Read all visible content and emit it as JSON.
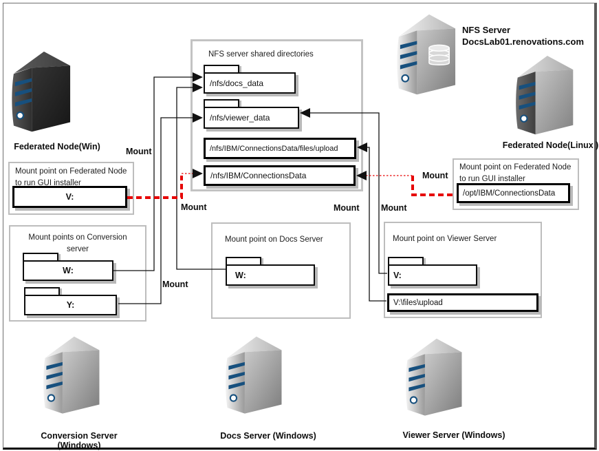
{
  "labels": {
    "mount": "Mount"
  },
  "nfs_panel": {
    "title": "NFS server shared directories",
    "folder_docs": "/nfs/docs_data",
    "folder_viewer": "/nfs/viewer_data",
    "share_upload": "/nfs/IBM/ConnectionsData/files/upload",
    "share_connections": "/nfs/IBM/ConnectionsData"
  },
  "servers": {
    "federated_win": "Federated Node(Win)",
    "nfs_line1": "NFS Server",
    "nfs_line2": "DocsLab01.renovations.com",
    "federated_linux": "Federated Node(Linux )",
    "conversion": "Conversion Server (Windows)",
    "docs": "Docs Server (Windows)",
    "viewer": "Viewer Server (Windows)"
  },
  "mount_panels": {
    "fed_win": {
      "title1": "Mount point on Federated Node",
      "title2": "to run GUI installer",
      "drive": "V:"
    },
    "fed_linux": {
      "title1": "Mount point on Federated Node",
      "title2": "to run GUI installer",
      "path": "/opt/IBM/ConnectionsData"
    },
    "conversion": {
      "title1": "Mount points on Conversion",
      "title2": "server",
      "drive_w": "W:",
      "drive_y": "Y:"
    },
    "docs": {
      "title": "Mount point on Docs Server",
      "drive_w": "W:"
    },
    "viewer": {
      "title": "Mount point on Viewer Server",
      "drive_v": "V:",
      "path_upload": "V:\\files\\upload"
    }
  },
  "colors": {
    "red_dashed": "#e60000",
    "stripe_navy": "#17507e",
    "line": "#111111"
  }
}
